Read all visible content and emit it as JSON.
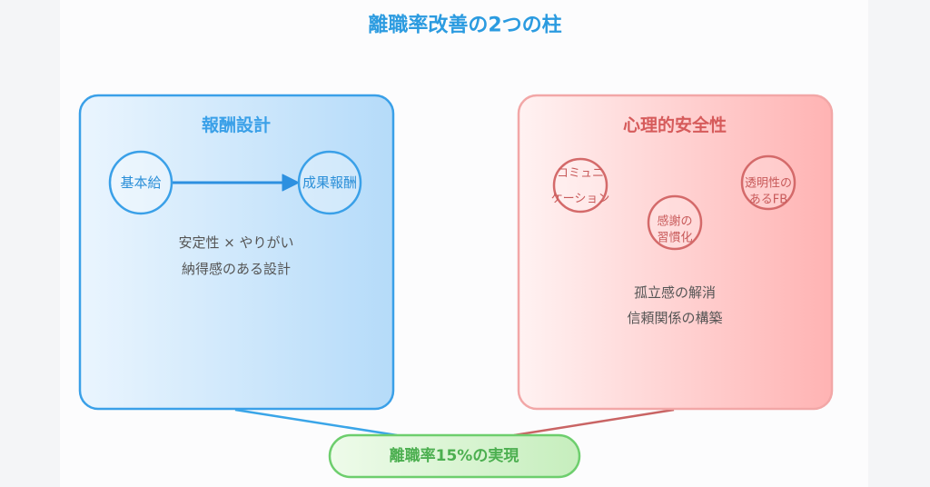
{
  "title": "離職率改善の2つの柱",
  "pillars": [
    {
      "title": "報酬設計",
      "nodes": [
        {
          "lines": [
            "基本給"
          ]
        },
        {
          "lines": [
            "成果報酬"
          ]
        }
      ],
      "description": [
        "安定性 × やりがい",
        "納得感のある設計"
      ]
    },
    {
      "title": "心理的安全性",
      "nodes": [
        {
          "lines": [
            "コミュニ",
            "ケーション"
          ]
        },
        {
          "lines": [
            "感謝の",
            "習慣化"
          ]
        },
        {
          "lines": [
            "透明性の",
            "あるFB"
          ]
        }
      ],
      "description": [
        "孤立感の解消",
        "信頼関係の構築"
      ]
    }
  ],
  "goal": {
    "label": "離職率15%の実現"
  },
  "colors": {
    "title": "#2b9be0",
    "compensation": "#3aa0e8",
    "psychological_safety": "#d65b5b",
    "goal": "#5cbf5c"
  }
}
